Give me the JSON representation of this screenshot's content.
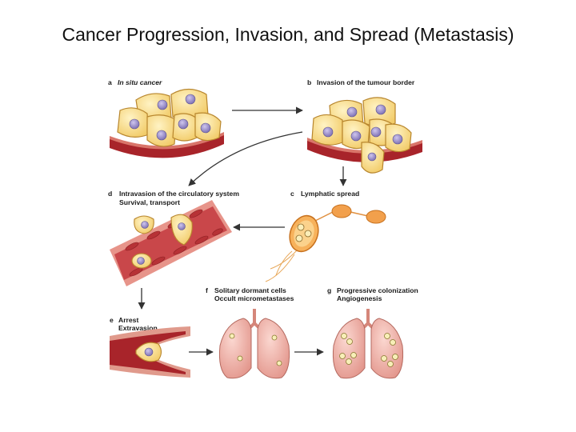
{
  "title": "Cancer Progression, Invasion, and Spread (Metastasis)",
  "panels": {
    "a": {
      "letter": "a",
      "label": "In situ cancer"
    },
    "b": {
      "letter": "b",
      "label": "Invasion of the tumour border"
    },
    "c": {
      "letter": "c",
      "label": "Lymphatic spread"
    },
    "d": {
      "letter": "d",
      "label": "Intravasion of the circulatory system",
      "label2": "Survival, transport"
    },
    "e": {
      "letter": "e",
      "label": "Arrest",
      "label2": "Extravasion"
    },
    "f": {
      "letter": "f",
      "label": "Solitary dormant cells",
      "label2": "Occult micrometastases"
    },
    "g": {
      "letter": "g",
      "label": "Progressive colonization",
      "label2": "Angiogenesis"
    }
  },
  "colors": {
    "cell_fill": "#f7dc8a",
    "cell_stroke": "#b8862e",
    "nucleus": "#9c8fc7",
    "vessel": "#a8242a",
    "vessel_wall": "#d9756a",
    "lymph": "#f0a050",
    "lung": "#f0b4ac",
    "arrow": "#333333"
  }
}
